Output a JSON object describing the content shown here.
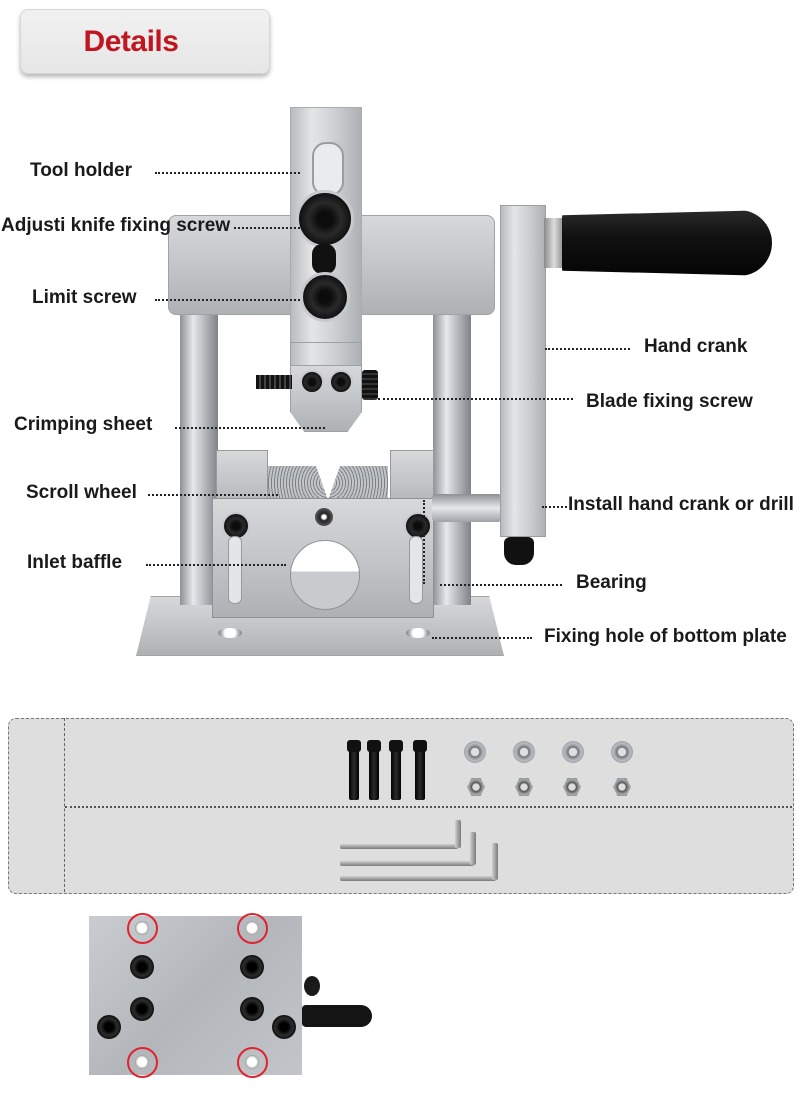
{
  "header": {
    "title": "Details",
    "title_color": "#c0161f"
  },
  "callouts": {
    "left": [
      {
        "label": "Tool holder"
      },
      {
        "label": "Adjusti knife fixing screw"
      },
      {
        "label": "Limit screw"
      },
      {
        "label": "Crimping sheet"
      },
      {
        "label": "Scroll wheel"
      },
      {
        "label": "Inlet baffle"
      }
    ],
    "right": [
      {
        "label": "Hand crank"
      },
      {
        "label": "Blade fixing screw"
      },
      {
        "label": "Install hand crank or drill"
      },
      {
        "label": "Bearing"
      },
      {
        "label": "Fixing hole of bottom plate"
      }
    ]
  },
  "accessories": {
    "bolts_count": 4,
    "washers_count": 4,
    "nuts_count": 4,
    "hex_keys_count": 3
  },
  "bottom_plate_view": {
    "highlighted_holes": 4,
    "highlight_color": "#e0242f"
  }
}
